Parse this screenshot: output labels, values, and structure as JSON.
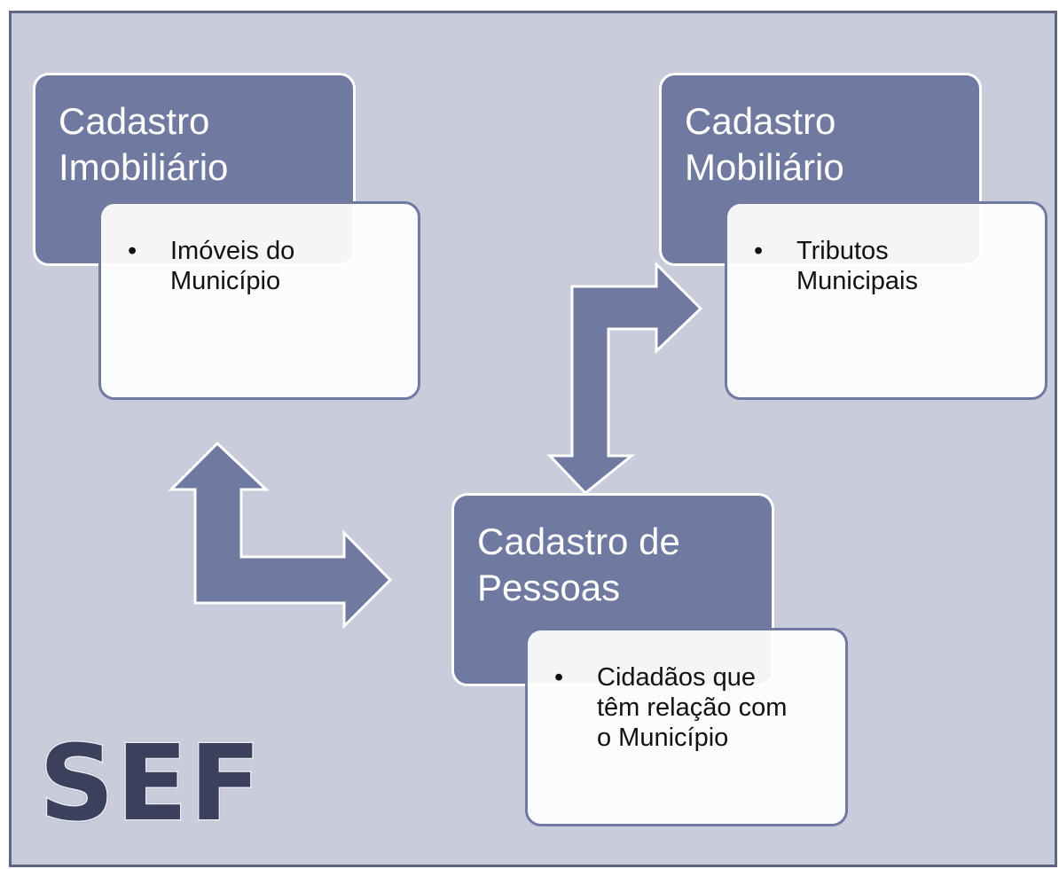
{
  "boxes": {
    "imobiliario": {
      "title_line1": "Cadastro",
      "title_line2": "Imobiliário",
      "item_line1": "Imóveis do",
      "item_line2": "Município"
    },
    "mobiliario": {
      "title_line1": "Cadastro",
      "title_line2": "Mobiliário",
      "item_line1": "Tributos",
      "item_line2": "Municipais"
    },
    "pessoas": {
      "title_line1": "Cadastro de",
      "title_line2": "Pessoas",
      "item_line1": "Cidadãos que",
      "item_line2": "têm relação com",
      "item_line3": "o Município"
    }
  },
  "bullet": "•",
  "logo_text": "SEF",
  "colors": {
    "background": "#c9ccda",
    "header_fill": "#70799f",
    "arrow_fill": "#70799f",
    "logo_fill": "#3b3f5c"
  }
}
